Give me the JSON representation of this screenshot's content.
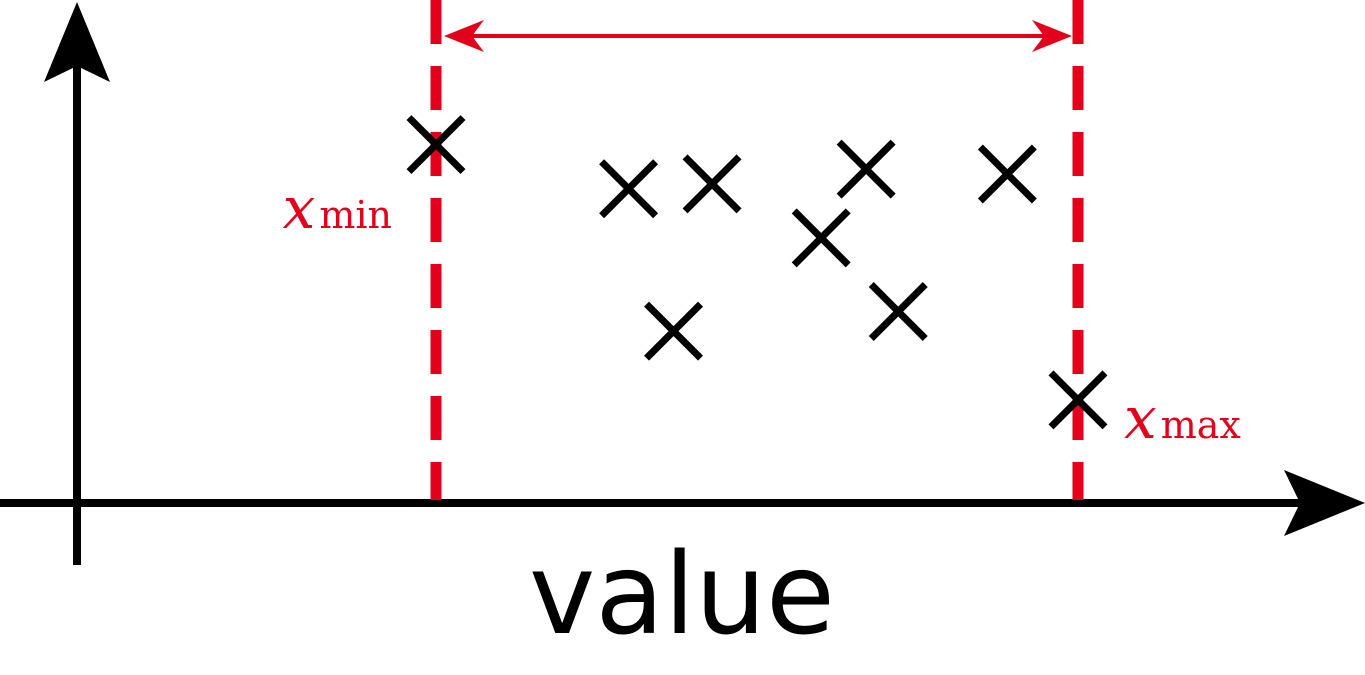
{
  "axis": {
    "x_label": "value"
  },
  "bounds": {
    "min": {
      "var": "x",
      "sub": "min"
    },
    "max": {
      "var": "x",
      "sub": "max"
    }
  },
  "colors": {
    "axis": "#000000",
    "marker": "#000000",
    "highlight": "#e3001b"
  },
  "marker_symbol": "x-cross",
  "points": [
    {
      "value": 0.0,
      "height": 0.73
    },
    {
      "value": 0.3,
      "height": 0.64
    },
    {
      "value": 0.37,
      "height": 0.35
    },
    {
      "value": 0.43,
      "height": 0.65
    },
    {
      "value": 0.6,
      "height": 0.54
    },
    {
      "value": 0.67,
      "height": 0.68
    },
    {
      "value": 0.72,
      "height": 0.39
    },
    {
      "value": 0.89,
      "height": 0.67
    },
    {
      "value": 1.0,
      "height": 0.21
    }
  ]
}
